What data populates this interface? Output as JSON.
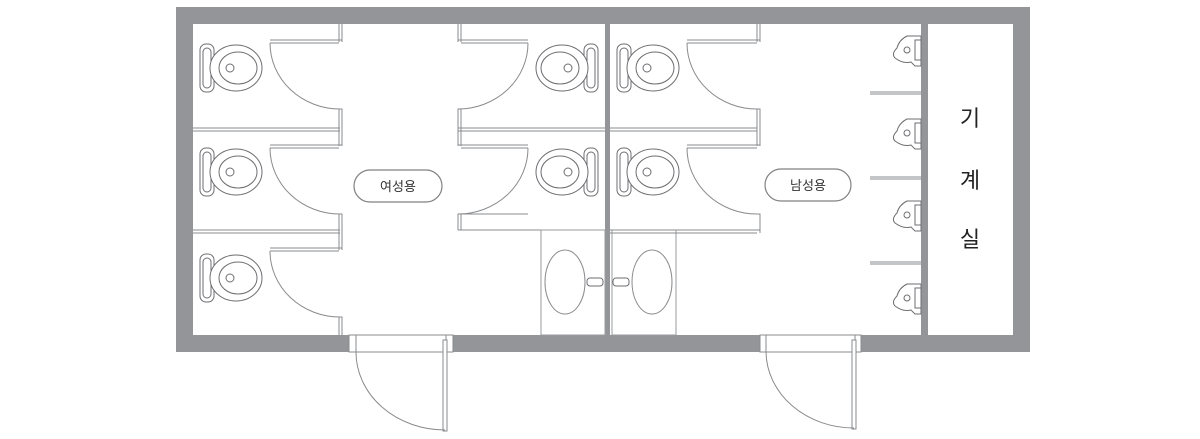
{
  "rooms": {
    "women": {
      "label": "여성용"
    },
    "men": {
      "label": "남성용"
    },
    "machine_room": {
      "chars": [
        "기",
        "계",
        "실"
      ]
    }
  },
  "colors": {
    "wall": "#939598",
    "line": "#8a8b8e"
  }
}
